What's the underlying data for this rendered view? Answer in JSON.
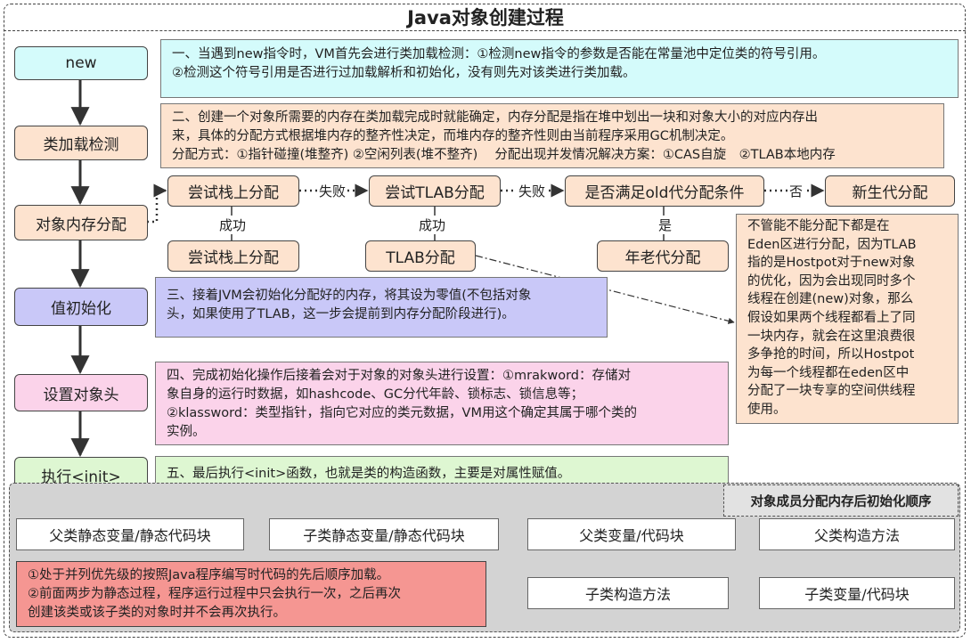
{
  "title": "Java对象创建过程",
  "colors": {
    "cyan": "#d4fbfb",
    "orange": "#fde3cf",
    "purple": "#c9c8f8",
    "pink": "#fbd3ea",
    "green": "#def7d2",
    "red_note": "#f59692",
    "gray_area": "#d3d3d3"
  },
  "steps": [
    {
      "label": "new"
    },
    {
      "label": "类加载检测"
    },
    {
      "label": "对象内存分配"
    },
    {
      "label": "值初始化"
    },
    {
      "label": "设置对象头"
    },
    {
      "label": "执行<init>"
    }
  ],
  "descriptions": {
    "d1": [
      "一、当遇到new指令时，VM首先会进行类加载检测：①检测new指令的参数是否能在常量池中定位类的符号引用。",
      "②检测这个符号引用是否进行过加载解析和初始化，没有则先对该类进行类加载。"
    ],
    "d2": [
      "二、创建一个对象所需要的内存在类加载完成时就能确定，内存分配是指在堆中划出一块和对象大小的对应内存出",
      "来，具体的分配方式根据堆内存的整齐性决定，而堆内存的整齐性则由当前程序采用GC机制决定。",
      "分配方式：①指针碰撞(堆整齐) ②空闲列表(堆不整齐)　 分配出现并发情况解决方案：①CAS自旋　②TLAB本地内存"
    ],
    "d3": [
      "三、接着JVM会初始化分配好的内存，将其设为零值(不包括对象",
      "头，如果使用了TLAB，这一步会提前到内存分配阶段进行)。"
    ],
    "d4": [
      "四、完成初始化操作后接着会对于对象的对象头进行设置：①mrakword：存储对",
      "象自身的运行时数据，如hashcode、GC分代年龄、锁标志、锁信息等；",
      "②klassword：类型指针，指向它对应的类元数据，VM用这个确定其属于哪个类的",
      "实例。"
    ],
    "d5": [
      "五、最后执行<init>函数，也就是类的构造函数，主要是对属性赋值。"
    ]
  },
  "alloc": {
    "top": [
      "尝试栈上分配",
      "尝试TLAB分配",
      "是否满足old代分配条件",
      "新生代分配"
    ],
    "bottom": [
      "尝试栈上分配",
      "TLAB分配",
      "年老代分配"
    ],
    "fail_label": "失败",
    "no_label": "否",
    "success_label": "成功",
    "yes_label": "是"
  },
  "note": [
    "不管能不能分配下都是在",
    "Eden区进行分配，因为TLAB",
    "指的是Hostpot对于new对象",
    "的优化，因为会出现同时多个",
    "线程在创建(new)对象，那么",
    "假设如果两个线程都看上了同",
    "一块内存，就会在这里浪费很",
    "多争抢的时间，所以Hostpot",
    "为每一个线程都在eden区中",
    "分配了一块专享的空间供线程",
    "使用。"
  ],
  "order": {
    "title": "对象成员分配内存后初始化顺序",
    "items": [
      "父类静态变量/静态代码块",
      "子类静态变量/静态代码块",
      "父类变量/代码块",
      "父类构造方法",
      "子类变量/代码块",
      "子类构造方法"
    ],
    "note": [
      "①处于并列优先级的按照Java程序编写时代码的先后顺序加载。",
      "②前面两步为静态过程，程序运行过程中只会执行一次，之后再次",
      "创建该类或该子类的对象时并不会再次执行。"
    ]
  }
}
